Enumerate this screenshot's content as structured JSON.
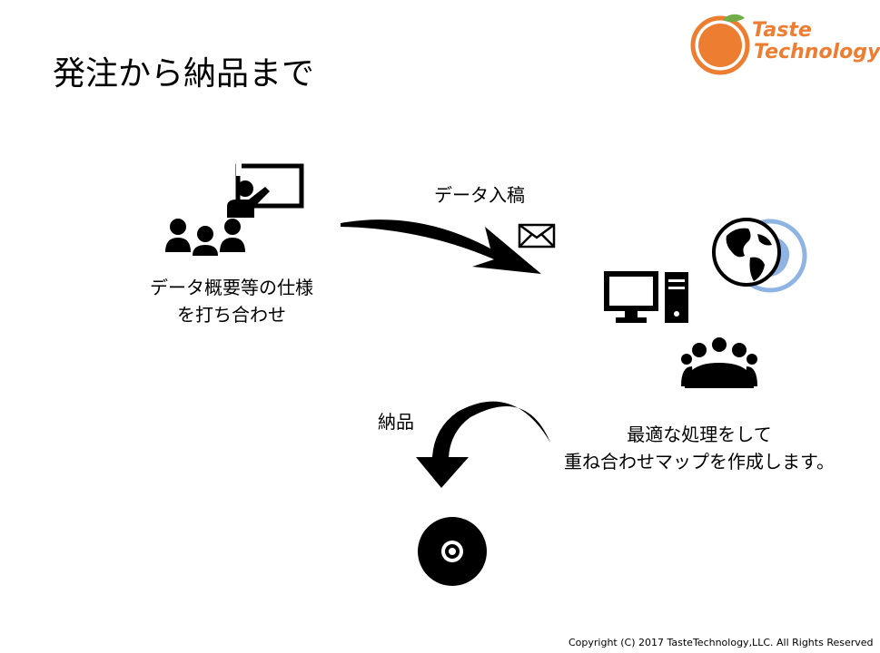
{
  "slide": {
    "title": "発注から納品まで",
    "logo": {
      "line1": "Taste",
      "line2": "Technology",
      "color": "#ed7d31",
      "leaf_color": "#70ad47"
    },
    "left_label": {
      "line1": "データ概要等の仕様",
      "line2": "を打ち合わせ"
    },
    "data_label": "データ入稿",
    "delivery_label": "納品",
    "right_label": {
      "line1": "最適な処理をして",
      "line2": "重ね合わせマップを作成します。"
    },
    "copyright": "Copyright (C) 2017 TasteTechnology,LLC. All Rights Reserved",
    "icons": [
      "presentation-icon",
      "team-icon",
      "arrow-right-icon",
      "envelope-icon",
      "globe-icon",
      "computer-icon",
      "meeting-icon",
      "arrow-curved-down-icon",
      "disc-icon"
    ],
    "globe_color": "#8fb4e3"
  }
}
